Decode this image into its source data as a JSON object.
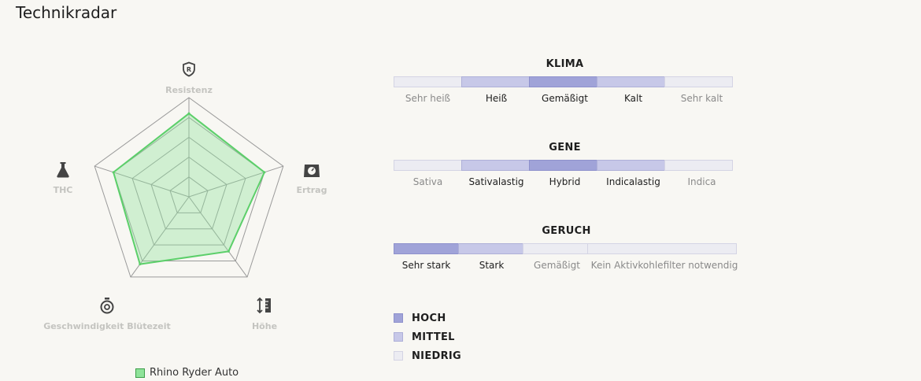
{
  "page": {
    "title": "Technikradar"
  },
  "colors": {
    "radar_fill": "#8fe39a",
    "radar_stroke": "#5ccf6a",
    "grid": "#9a9a9a",
    "level_high": "#a0a3d8",
    "level_mid": "#c7c8e8",
    "level_low": "#ececf2"
  },
  "chart_data": [
    {
      "type": "radar",
      "axes": [
        "Resistenz",
        "Ertrag",
        "Höhe",
        "Geschwindigkeit Blütezeit",
        "THC"
      ],
      "axis_icons": [
        "shield-r-icon",
        "scale-weight-icon",
        "height-ruler-icon",
        "stopwatch-icon",
        "flask-icon"
      ],
      "range": [
        0,
        5
      ],
      "rings": 5,
      "series": [
        {
          "name": "Rhino Ryder Auto",
          "values": [
            4.2,
            4.0,
            3.4,
            4.2,
            4.0
          ]
        }
      ],
      "legend": "bottom"
    },
    {
      "type": "scale",
      "title": "KLIMA",
      "categories": [
        "Sehr heiß",
        "Heiß",
        "Gemäßigt",
        "Kalt",
        "Sehr kalt"
      ],
      "levels": [
        "niedrig",
        "mittel",
        "hoch",
        "mittel",
        "niedrig"
      ]
    },
    {
      "type": "scale",
      "title": "GENE",
      "categories": [
        "Sativa",
        "Sativalastig",
        "Hybrid",
        "Indicalastig",
        "Indica"
      ],
      "levels": [
        "niedrig",
        "mittel",
        "hoch",
        "mittel",
        "niedrig"
      ]
    },
    {
      "type": "scale",
      "title": "GERUCH",
      "categories": [
        "Sehr stark",
        "Stark",
        "Gemäßigt",
        "Kein Aktivkohlefilter notwendig"
      ],
      "levels": [
        "hoch",
        "mittel",
        "niedrig",
        "niedrig"
      ]
    }
  ],
  "level_legend": [
    {
      "label": "HOCH",
      "level": "hoch"
    },
    {
      "label": "MITTEL",
      "level": "mittel"
    },
    {
      "label": "NIEDRIG",
      "level": "niedrig"
    }
  ]
}
